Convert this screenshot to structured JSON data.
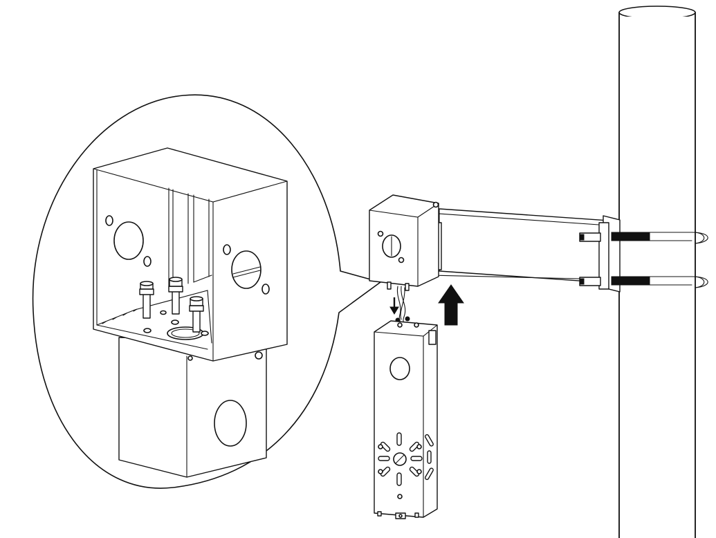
{
  "figure": {
    "kind": "installation-diagram",
    "colors": {
      "line": "#111111",
      "background": "#ffffff",
      "arrow": "#111111"
    },
    "icons": [
      "mounting-pole",
      "pipe-arm",
      "u-bolt-clamp",
      "junction-box",
      "fixture-bracket",
      "up-arrow",
      "down-arrow",
      "detail-magnifier-callout"
    ]
  }
}
